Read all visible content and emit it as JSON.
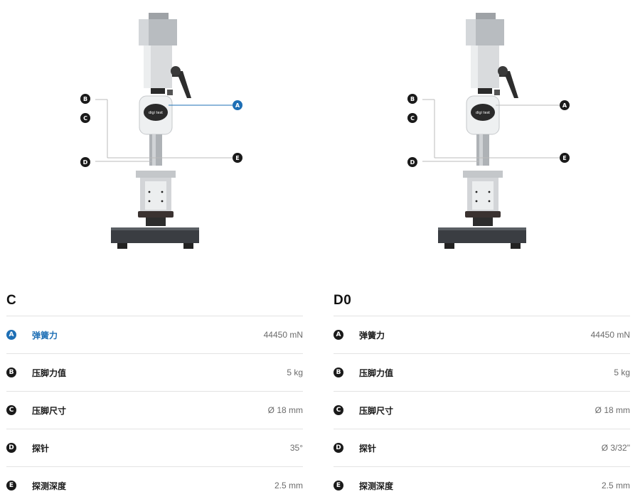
{
  "colors": {
    "accent": "#1e6fb5",
    "badge": "#1a1a1a",
    "divider": "#e3e3e3",
    "value_text": "#6b6b6b"
  },
  "panels": [
    {
      "title": "C",
      "device_logo": "digi test",
      "callouts": [
        "A",
        "B",
        "C",
        "D",
        "E"
      ],
      "active_callout": "A",
      "specs": [
        {
          "key": "A",
          "label": "弹簧力",
          "value": "44450 mN",
          "active": true
        },
        {
          "key": "B",
          "label": "压脚力值",
          "value": "5 kg",
          "active": false
        },
        {
          "key": "C",
          "label": "压脚尺寸",
          "value": "Ø 18 mm",
          "active": false
        },
        {
          "key": "D",
          "label": "探针",
          "value": "35°",
          "active": false
        },
        {
          "key": "E",
          "label": "探测深度",
          "value": "2.5 mm",
          "active": false
        }
      ]
    },
    {
      "title": "D0",
      "device_logo": "digi test",
      "callouts": [
        "A",
        "B",
        "C",
        "D",
        "E"
      ],
      "active_callout": "",
      "specs": [
        {
          "key": "A",
          "label": "弹簧力",
          "value": "44450 mN",
          "active": false
        },
        {
          "key": "B",
          "label": "压脚力值",
          "value": "5 kg",
          "active": false
        },
        {
          "key": "C",
          "label": "压脚尺寸",
          "value": "Ø 18 mm",
          "active": false
        },
        {
          "key": "D",
          "label": "探针",
          "value": "Ø 3/32\"",
          "active": false
        },
        {
          "key": "E",
          "label": "探测深度",
          "value": "2.5 mm",
          "active": false
        }
      ]
    }
  ]
}
